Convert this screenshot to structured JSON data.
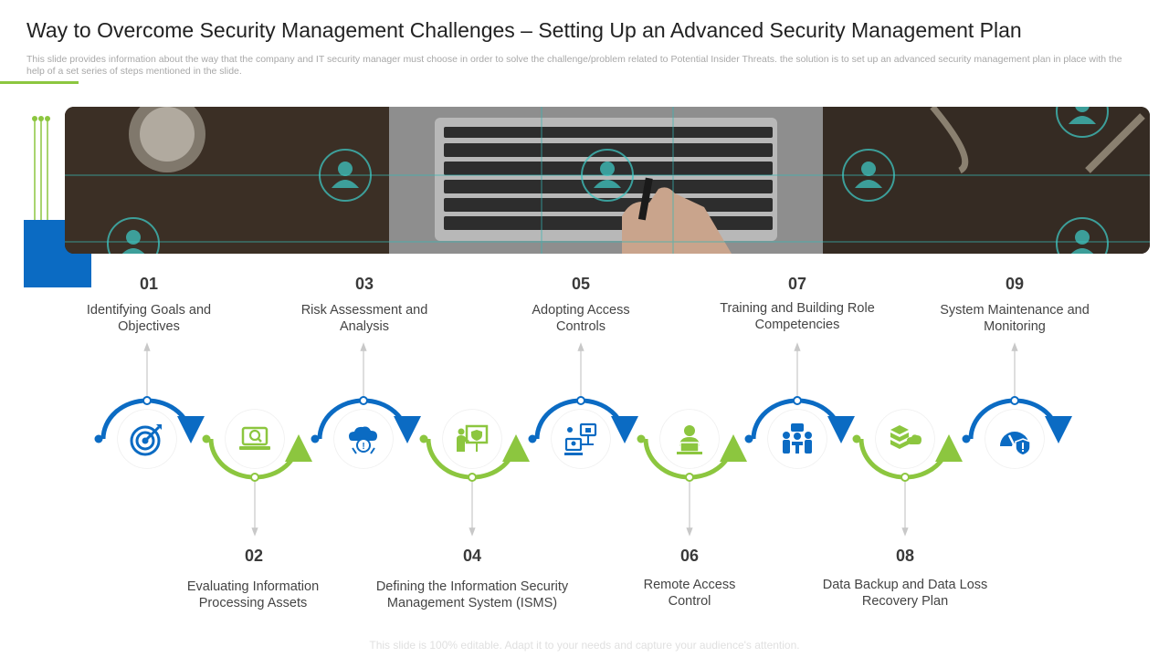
{
  "header": {
    "title": "Way to Overcome Security Management Challenges – Setting Up an Advanced Security Management Plan",
    "subtitle": "This slide provides information about the way that the company and IT security manager must choose in order to solve the challenge/problem related to Potential Insider Threats. the solution is to set up an advanced security management plan in place with the help of a set series of steps mentioned in the slide."
  },
  "colors": {
    "blue": "#0b6bc3",
    "green": "#8cc63f",
    "text": "#444444"
  },
  "steps": [
    {
      "num": "01",
      "label": "Identifying Goals and Objectives",
      "icon": "target-icon"
    },
    {
      "num": "02",
      "label": "Evaluating Information Processing Assets",
      "icon": "laptop-search-icon"
    },
    {
      "num": "03",
      "label": "Risk Assessment and Analysis",
      "icon": "risk-cloud-icon"
    },
    {
      "num": "04",
      "label": "Defining the Information Security Management System (ISMS)",
      "icon": "presentation-shield-icon"
    },
    {
      "num": "05",
      "label": "Adopting Access Controls",
      "icon": "access-network-icon"
    },
    {
      "num": "06",
      "label": "Remote Access Control",
      "icon": "remote-user-icon"
    },
    {
      "num": "07",
      "label": "Training and Building Role Competencies",
      "icon": "team-meeting-icon"
    },
    {
      "num": "08",
      "label": "Data Backup and Data Loss Recovery Plan",
      "icon": "database-cloud-icon"
    },
    {
      "num": "09",
      "label": "System Maintenance and Monitoring",
      "icon": "gauge-shield-icon"
    }
  ],
  "footer": "This slide is 100% editable. Adapt it to your needs and capture your audience's attention."
}
